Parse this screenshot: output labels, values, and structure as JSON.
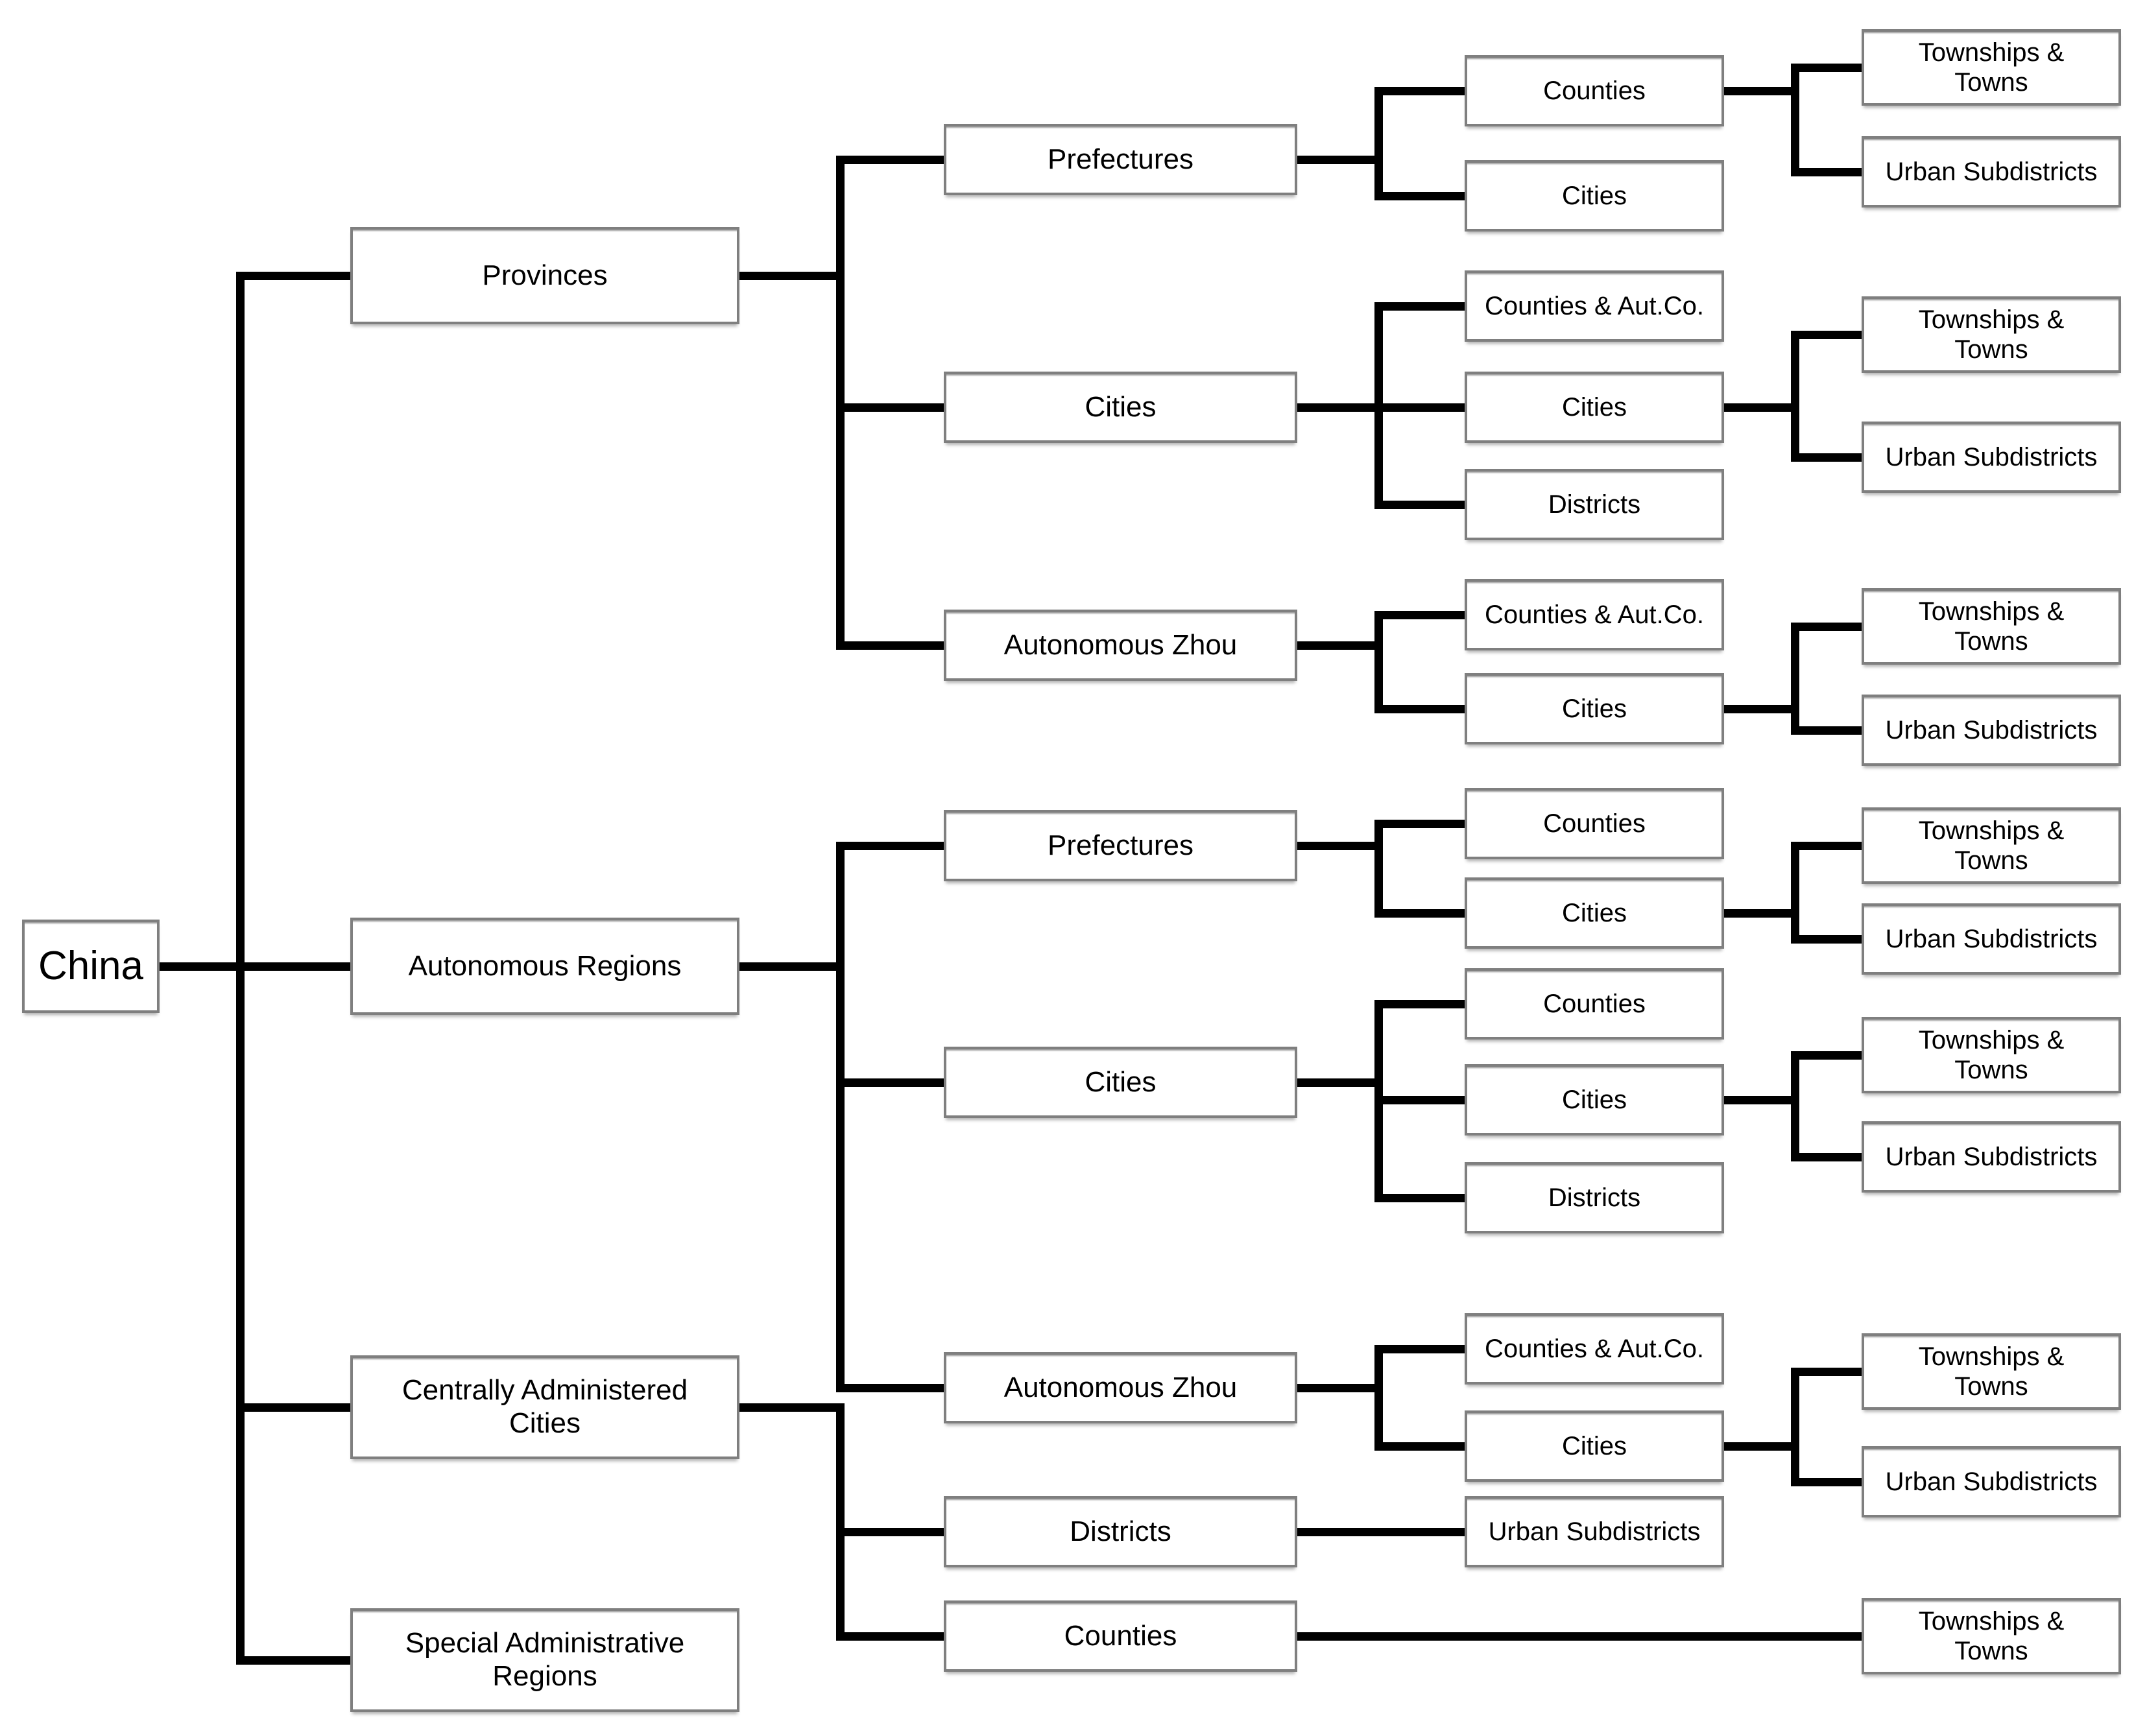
{
  "colors": {
    "background": "#ffffff",
    "connector": "#000000",
    "box_border": "#7f7f7f",
    "box_fill": "#ffffff",
    "text": "#000000"
  },
  "tree": {
    "label": "China",
    "children": [
      {
        "label": "Provinces",
        "children": [
          {
            "label": "Prefectures",
            "children": [
              {
                "label": "Counties",
                "children": [
                  {
                    "label": "Townships &\nTowns"
                  },
                  {
                    "label": "Urban Subdistricts"
                  }
                ]
              },
              {
                "label": "Cities"
              }
            ]
          },
          {
            "label": "Cities",
            "children": [
              {
                "label": "Counties & Aut.Co."
              },
              {
                "label": "Cities",
                "children": [
                  {
                    "label": "Townships &\nTowns"
                  },
                  {
                    "label": "Urban Subdistricts"
                  }
                ]
              },
              {
                "label": "Districts"
              }
            ]
          },
          {
            "label": "Autonomous Zhou",
            "children": [
              {
                "label": "Counties & Aut.Co."
              },
              {
                "label": "Cities",
                "children": [
                  {
                    "label": "Townships &\nTowns"
                  },
                  {
                    "label": "Urban Subdistricts"
                  }
                ]
              }
            ]
          }
        ]
      },
      {
        "label": "Autonomous Regions",
        "children": [
          {
            "label": "Prefectures",
            "children": [
              {
                "label": "Counties"
              },
              {
                "label": "Cities",
                "children": [
                  {
                    "label": "Townships &\nTowns"
                  },
                  {
                    "label": "Urban Subdistricts"
                  }
                ]
              }
            ]
          },
          {
            "label": "Cities",
            "children": [
              {
                "label": "Counties"
              },
              {
                "label": "Cities",
                "children": [
                  {
                    "label": "Townships &\nTowns"
                  },
                  {
                    "label": "Urban Subdistricts"
                  }
                ]
              },
              {
                "label": "Districts"
              }
            ]
          },
          {
            "label": "Autonomous Zhou",
            "children": [
              {
                "label": "Counties & Aut.Co."
              },
              {
                "label": "Cities",
                "children": [
                  {
                    "label": "Townships &\nTowns"
                  },
                  {
                    "label": "Urban Subdistricts"
                  }
                ]
              }
            ]
          }
        ]
      },
      {
        "label": "Centrally Administered\nCities",
        "children": [
          {
            "label": "Districts",
            "children": [
              {
                "label": "Urban Subdistricts"
              }
            ]
          },
          {
            "label": "Counties",
            "children": [
              {
                "label": "Townships &\nTowns"
              }
            ]
          }
        ]
      },
      {
        "label": "Special Administrative\nRegions"
      }
    ]
  }
}
